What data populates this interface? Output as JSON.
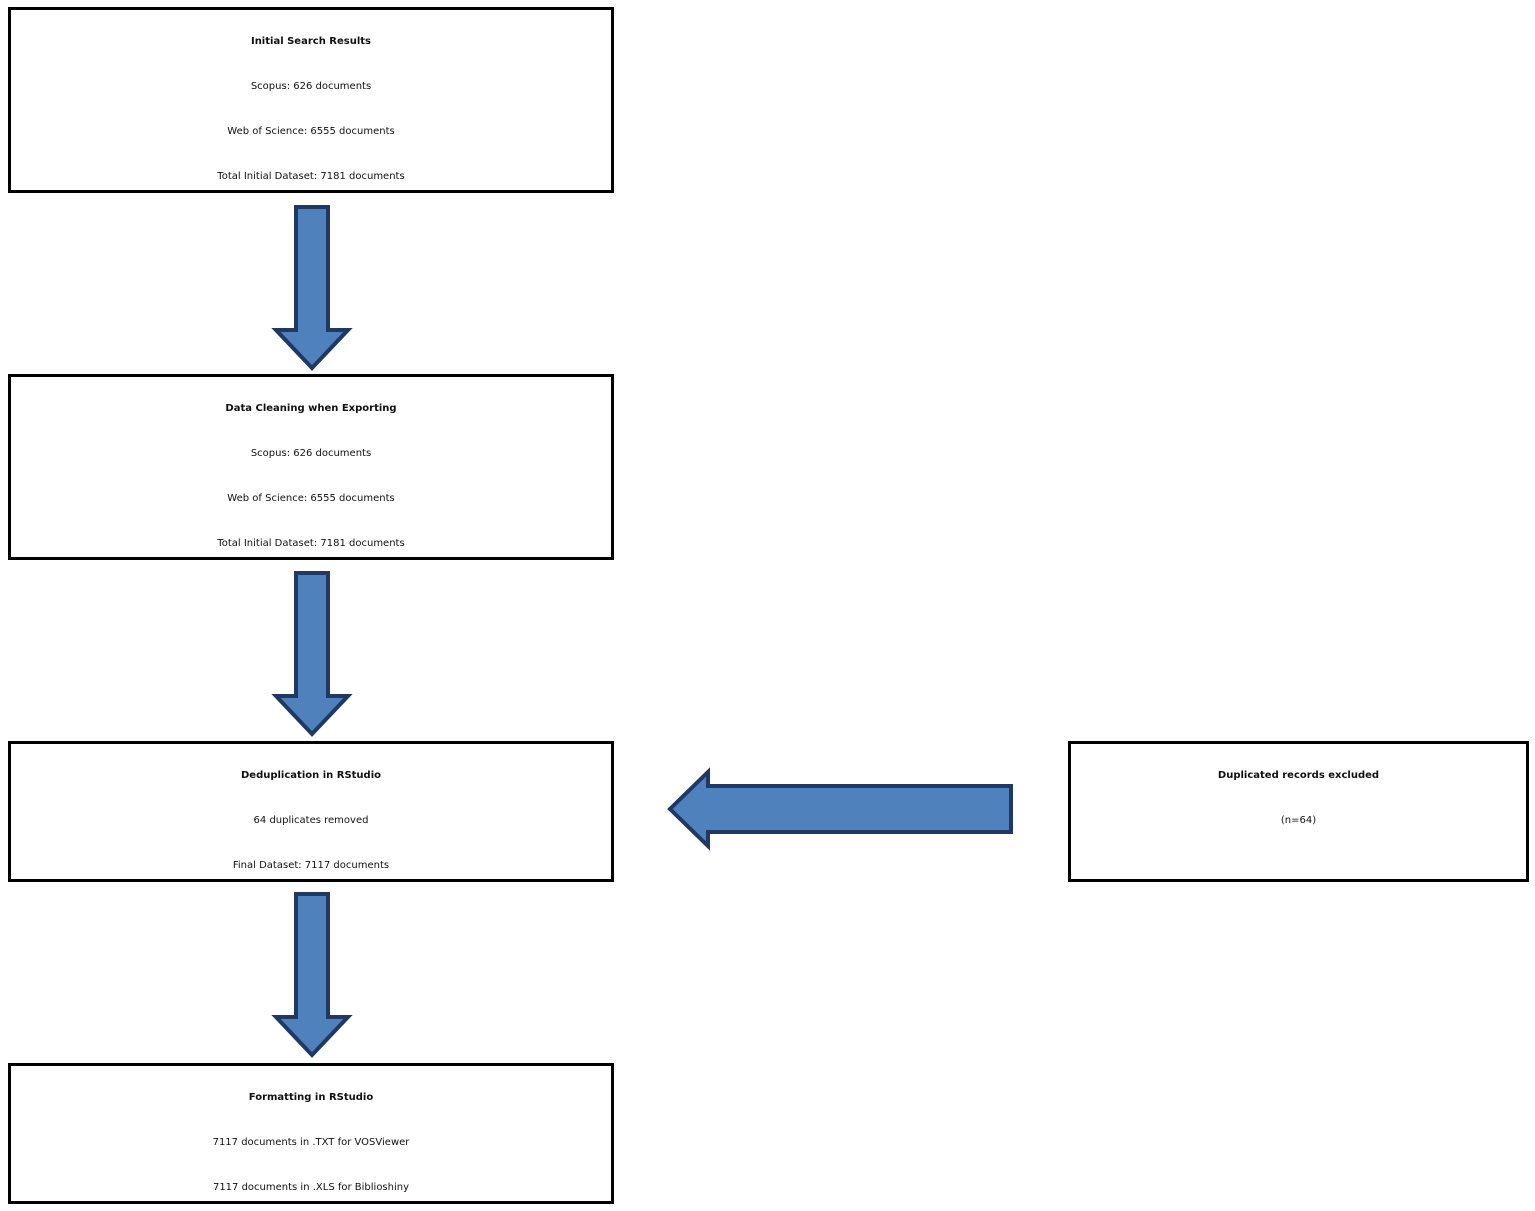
{
  "colors": {
    "arrow_fill": "#4f81bd",
    "arrow_stroke": "#1f3864",
    "box_border": "#000000"
  },
  "boxes": {
    "initial_search": {
      "title": "Initial Search Results",
      "lines": [
        "Scopus: 626 documents",
        "Web of Science: 6555 documents",
        "Total Initial Dataset: 7181 documents"
      ]
    },
    "data_cleaning": {
      "title": "Data Cleaning when Exporting",
      "lines": [
        "Scopus: 626 documents",
        "Web of Science: 6555 documents",
        "Total Initial Dataset: 7181 documents"
      ]
    },
    "deduplication": {
      "title": "Deduplication in RStudio",
      "lines": [
        "64 duplicates removed",
        "Final Dataset: 7117 documents"
      ]
    },
    "formatting": {
      "title": "Formatting in RStudio",
      "lines": [
        "7117 documents in .TXT for VOSViewer",
        "7117 documents in .XLS for Biblioshiny"
      ]
    },
    "excluded": {
      "title": "Duplicated records excluded",
      "lines": [
        "(n=64)"
      ]
    }
  }
}
